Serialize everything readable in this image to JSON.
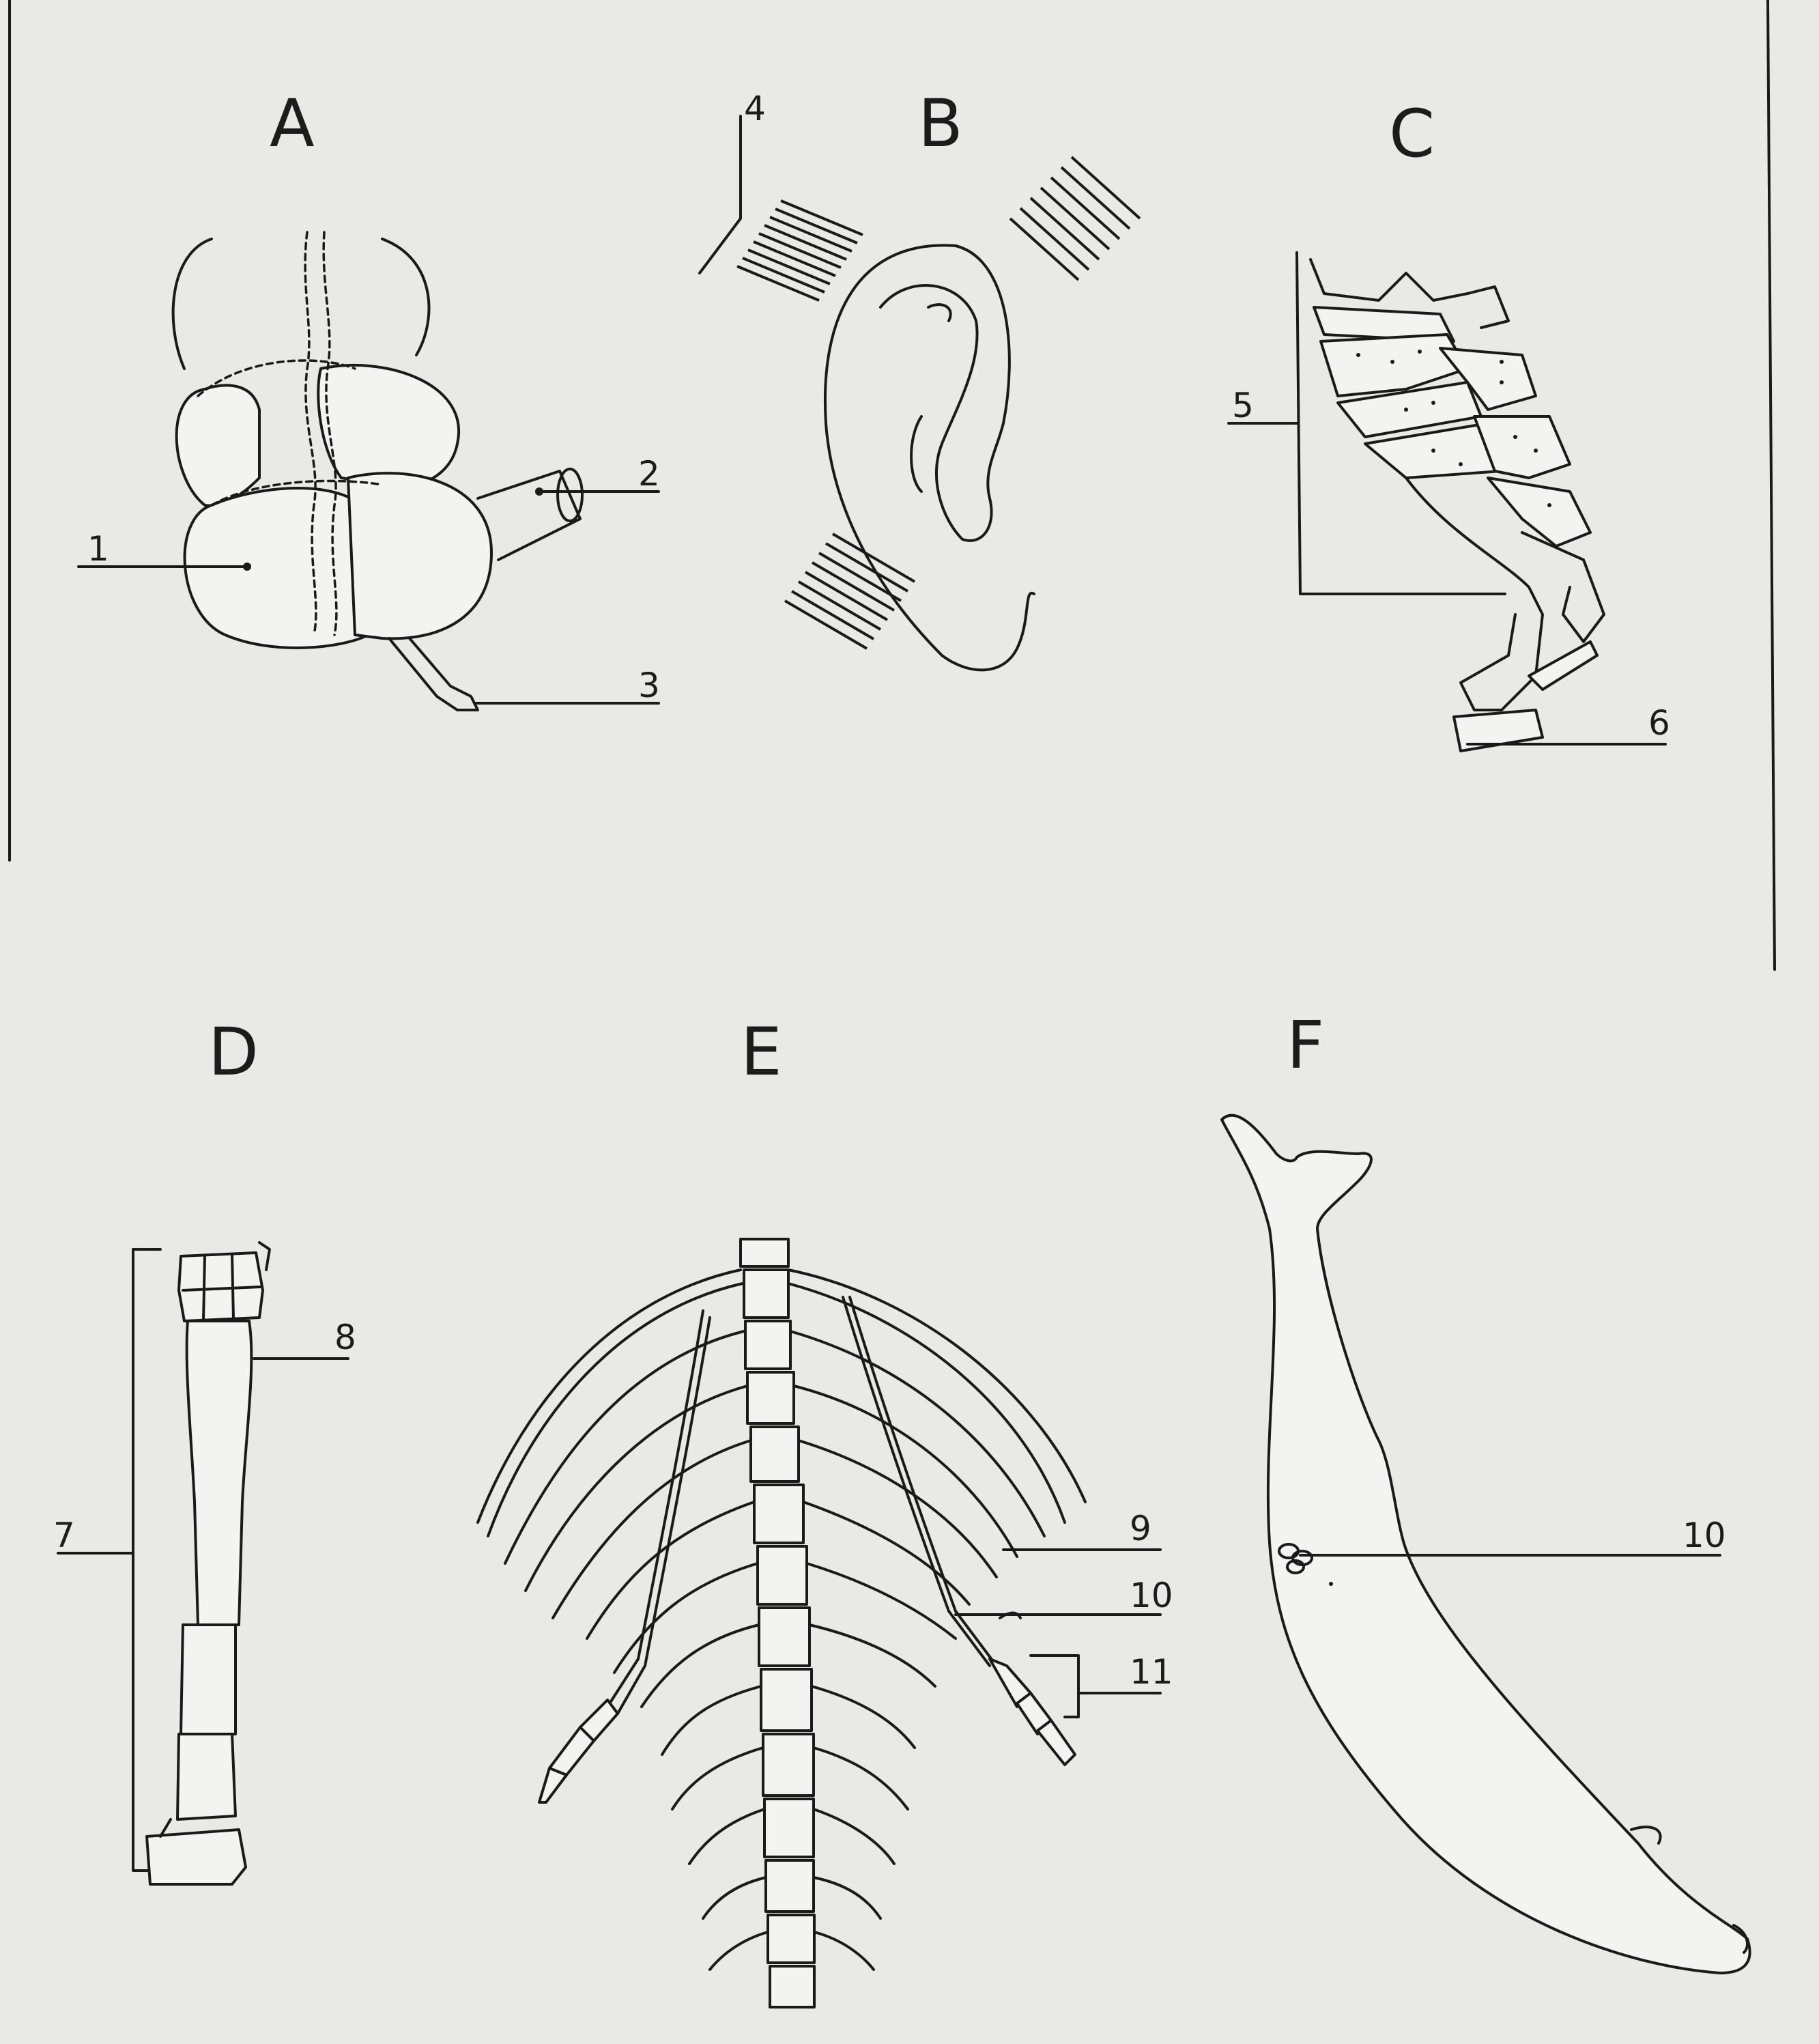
{
  "panels": [
    {
      "letter": "A",
      "labels": [
        "1",
        "2",
        "3"
      ]
    },
    {
      "letter": "B",
      "labels": [
        "4"
      ]
    },
    {
      "letter": "C",
      "labels": [
        "5",
        "6"
      ]
    },
    {
      "letter": "D",
      "labels": [
        "7",
        "8"
      ]
    },
    {
      "letter": "E",
      "labels": [
        "9",
        "10",
        "11"
      ]
    },
    {
      "letter": "F",
      "labels": [
        "10"
      ]
    }
  ],
  "colors": {
    "paper": "#e9e9e6",
    "ink": "#1a1a1a"
  }
}
